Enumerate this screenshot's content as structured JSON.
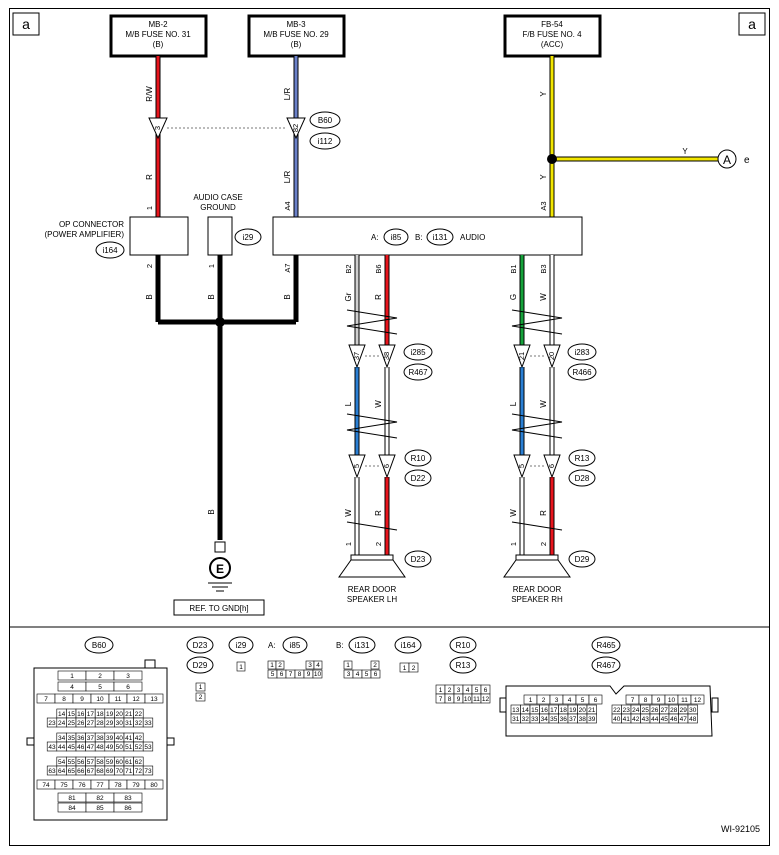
{
  "page": {
    "corner_left": "a",
    "corner_right": "a",
    "figure_id": "WI-92105"
  },
  "fuses": {
    "mb2": {
      "l1": "MB-2",
      "l2": "M/B FUSE NO. 31",
      "l3": "(B)"
    },
    "mb3": {
      "l1": "MB-3",
      "l2": "M/B FUSE NO. 29",
      "l3": "(B)"
    },
    "fb54": {
      "l1": "FB-54",
      "l2": "F/B FUSE NO. 4",
      "l3": "(ACC)"
    }
  },
  "wires": {
    "rw": "R/W",
    "r": "R",
    "lr": "L/R",
    "y": "Y",
    "b": "B",
    "gr": "Gr",
    "l": "L",
    "w": "W",
    "g": "G"
  },
  "pins": {
    "p3": "3",
    "p1": "1",
    "p2": "2",
    "p5": "5",
    "p6": "6",
    "a4": "A4",
    "a7": "A7",
    "a3": "A3",
    "b2": "B2",
    "b6": "B6",
    "b1": "B1",
    "b3": "B3",
    "p37": "37",
    "p38": "38",
    "p21": "21",
    "p20": "20",
    "p82": "82"
  },
  "connectors": {
    "b60": "B60",
    "i112": "i112",
    "i164": "i164",
    "i29": "i29",
    "i85": "i85",
    "i131": "i131",
    "i285": "i285",
    "r467": "R467",
    "i283": "i283",
    "r466": "R466",
    "r10": "R10",
    "d22": "D22",
    "r13": "R13",
    "d28": "D28",
    "d23": "D23",
    "d29": "D29",
    "r465": "R465"
  },
  "labels": {
    "op_connector_1": "OP CONNECTOR",
    "op_connector_2": "(POWER AMPLIFIER)",
    "audio_case_1": "AUDIO CASE",
    "audio_case_2": "GROUND",
    "audio_a": "A:",
    "audio_b": "B:",
    "audio": "AUDIO",
    "speaker_lh_1": "REAR DOOR",
    "speaker_lh_2": "SPEAKER LH",
    "speaker_rh_1": "REAR DOOR",
    "speaker_rh_2": "SPEAKER RH",
    "ground_e": "E",
    "ref_gnd": "REF. TO GND[h]",
    "arrow_a": "A",
    "arrow_e": "e"
  },
  "legend": {
    "b60_rows": [
      [
        "1",
        "2",
        "3"
      ],
      [
        "4",
        "5",
        "6"
      ],
      [
        "7",
        "8",
        "9",
        "10",
        "11",
        "12",
        "13"
      ],
      [
        "14",
        "15",
        "16",
        "17",
        "18",
        "19",
        "20",
        "21",
        "22"
      ],
      [
        "23",
        "24",
        "25",
        "26",
        "27",
        "28",
        "29",
        "30",
        "31",
        "32",
        "33"
      ],
      [
        "34",
        "35",
        "36",
        "37",
        "38",
        "39",
        "40",
        "41",
        "42"
      ],
      [
        "43",
        "44",
        "45",
        "46",
        "47",
        "48",
        "49",
        "50",
        "51",
        "52",
        "53"
      ],
      [
        "54",
        "55",
        "56",
        "57",
        "58",
        "59",
        "60",
        "61",
        "62"
      ],
      [
        "63",
        "64",
        "65",
        "66",
        "67",
        "68",
        "69",
        "70",
        "71",
        "72",
        "73"
      ],
      [
        "74",
        "75",
        "76",
        "77",
        "78",
        "79",
        "80"
      ],
      [
        "81",
        "82",
        "83"
      ],
      [
        "84",
        "85",
        "86"
      ]
    ],
    "d23_pins": [
      "1",
      "2"
    ],
    "i29_pins": [
      "1"
    ],
    "i85_pins": [
      [
        "1",
        "2",
        "3",
        "4"
      ],
      [
        "5",
        "6",
        "7",
        "8",
        "9",
        "10"
      ]
    ],
    "i131_pins": [
      [
        "1",
        "2"
      ],
      [
        "3",
        "4",
        "5",
        "6"
      ]
    ],
    "i164_pins": [
      "1",
      "2"
    ],
    "r10_pins": [
      [
        "1",
        "2",
        "3",
        "4",
        "5",
        "6"
      ],
      [
        "7",
        "8",
        "9",
        "10",
        "11",
        "12"
      ]
    ],
    "r465_rows": [
      [
        "1",
        "2",
        "3",
        "4",
        "5",
        "6"
      ],
      [
        "13",
        "14",
        "15",
        "16",
        "17",
        "18",
        "19",
        "20",
        "21"
      ],
      [
        "31",
        "32",
        "33",
        "34",
        "35",
        "36",
        "37",
        "38",
        "39"
      ]
    ],
    "r465_rows_right": [
      [
        "7",
        "8",
        "9",
        "10",
        "11",
        "12"
      ],
      [
        "22",
        "23",
        "24",
        "25",
        "26",
        "27",
        "28",
        "29",
        "30"
      ],
      [
        "40",
        "41",
        "42",
        "43",
        "44",
        "45",
        "46",
        "47",
        "48"
      ]
    ]
  },
  "colors": {
    "red": "#e8141c",
    "blue": "#2a7fd4",
    "navy": "#6a80c8",
    "yellow": "#f2e600",
    "green": "#15a23a",
    "grey": "#9a9a9a",
    "black": "#000000"
  }
}
